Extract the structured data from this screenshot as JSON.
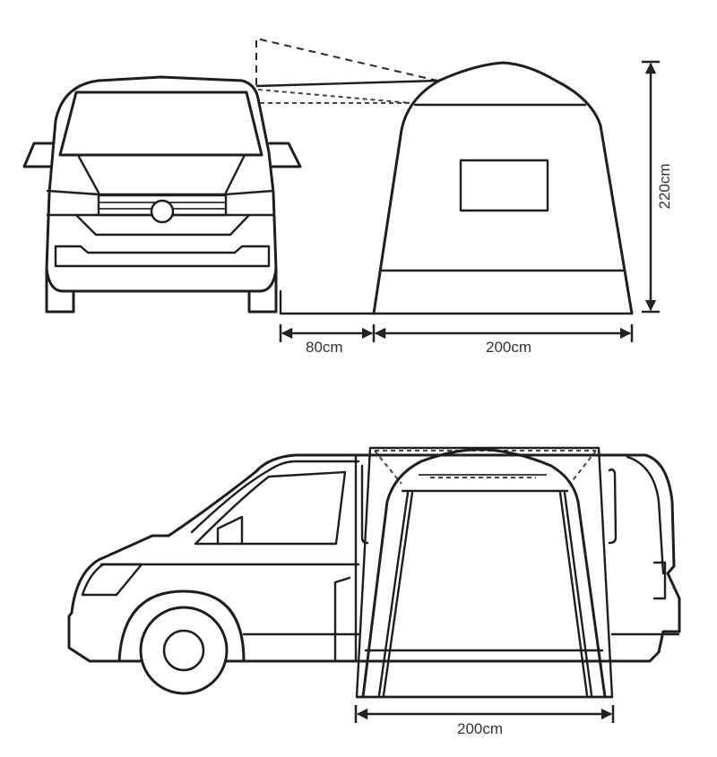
{
  "diagram": {
    "type": "product-dimension-drawing",
    "subject": "Drive-away awning attached to campervan",
    "views": [
      {
        "name": "rear-front-view",
        "dimensions": {
          "gap_width": "80cm",
          "awning_width": "200cm",
          "awning_height": "220cm"
        }
      },
      {
        "name": "side-view",
        "dimensions": {
          "awning_depth": "200cm"
        }
      }
    ],
    "colors": {
      "line": "#1e1e1e",
      "background": "#ffffff",
      "text": "#333333"
    }
  }
}
